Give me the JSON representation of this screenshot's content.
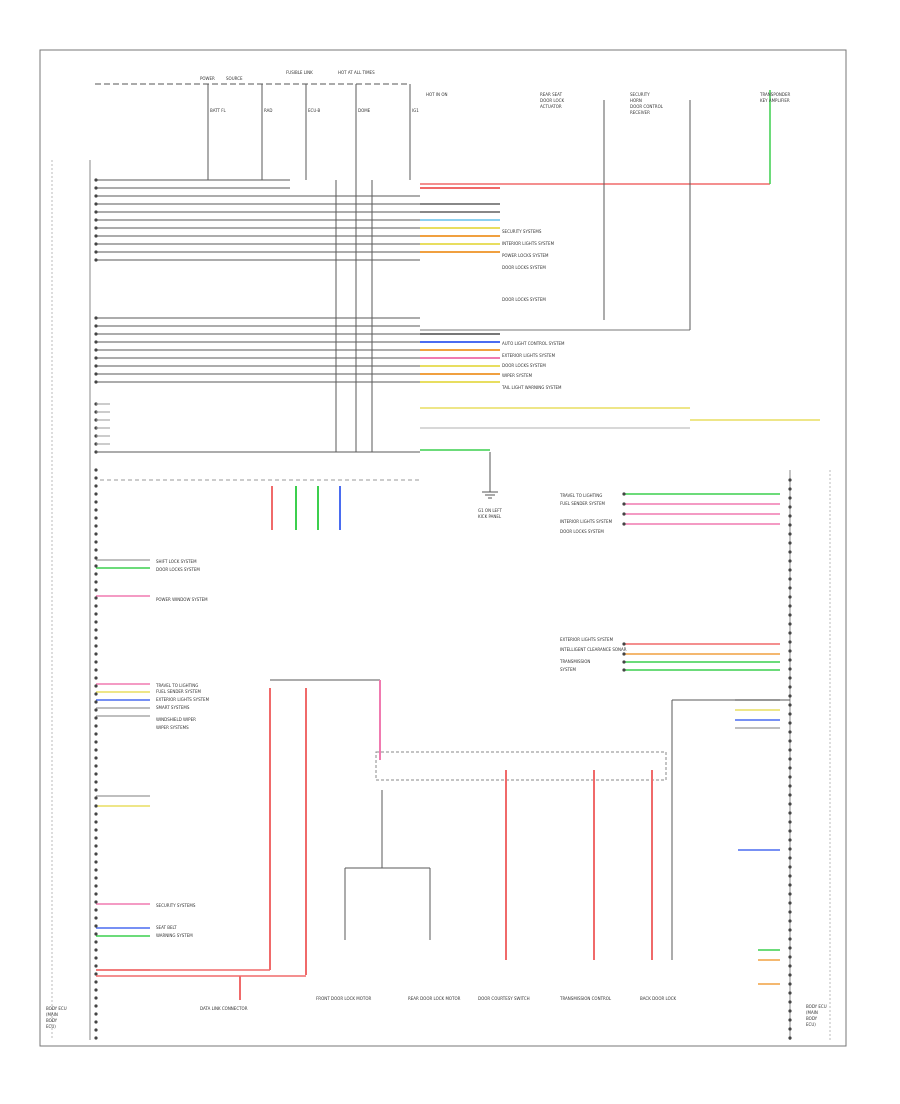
{
  "diagram": {
    "footer_code": "",
    "left_module_label": [
      "BODY ECU",
      "(MAIN",
      "BODY",
      "ECU)"
    ],
    "right_module_label": [
      "BODY ECU",
      "(MAIN",
      "BODY",
      "ECU)"
    ],
    "top_fuses": [
      "BATT FL",
      "RAD",
      "ECU-B",
      "DOME",
      "IG1"
    ],
    "top_labels": [
      "POWER",
      "SOURCE",
      "FUSIBLE LINK",
      "HOT AT ALL TIMES",
      "HOT IN ON"
    ],
    "top_right_labels": [
      "REAR SEAT",
      "DOOR LOCK",
      "ACTUATOR",
      "SECURITY",
      "HORN",
      "DOOR CONTROL",
      "RECEIVER",
      "TRANSPONDER",
      "KEY AMPLIFIER"
    ],
    "center_systems": [
      "SECURITY SYSTEMS",
      "INTERIOR LIGHTS SYSTEM",
      "POWER LOCKS SYSTEM",
      "DOOR LOCKS SYSTEM",
      "DOOR LOCKS SYSTEM",
      "AUTO LIGHT CONTROL SYSTEM",
      "EXTERIOR LIGHTS SYSTEM",
      "DOOR LOCKS SYSTEM",
      "WIPER SYSTEM",
      "TAIL LIGHT WARNING SYSTEM"
    ],
    "right_systems": [
      "TRAVEL TO LIGHTING",
      "FUEL SENDER SYSTEM",
      "INTERIOR LIGHTS SYSTEM",
      "DOOR LOCKS SYSTEM",
      "EXTERIOR LIGHTS SYSTEM",
      "INTELLIGENT CLEARANCE SONAR",
      "TRANSMISSION",
      "SYSTEM"
    ],
    "left_systems": [
      "SHIFT LOCK SYSTEM",
      "DOOR LOCKS SYSTEM",
      "POWER WINDOW SYSTEM",
      "TRAVEL TO LIGHTING",
      "FUEL SENDER SYSTEM",
      "EXTERIOR LIGHTS SYSTEM",
      "SMART SYSTEMS",
      "WINDSHIELD WIPER",
      "WIPER SYSTEMS",
      "SECURITY SYSTEMS",
      "SEAT BELT",
      "WARNING SYSTEM"
    ],
    "bottom_labels": [
      "DATA LINK CONNECTOR",
      "FRONT DOOR LOCK MOTOR",
      "REAR DOOR LOCK MOTOR",
      "DOOR COURTESY SWITCH",
      "TRANSMISSION CONTROL",
      "BACK DOOR LOCK"
    ],
    "ground_label": [
      "G1 ON LEFT",
      "KICK PANEL"
    ],
    "colors": {
      "red": "#f06a6a",
      "pink": "#f07ab0",
      "green": "#3ccf4e",
      "blue": "#4a6cf0",
      "yellow": "#e8de60",
      "orange": "#f0a040",
      "line": "#5a5a5a"
    }
  }
}
